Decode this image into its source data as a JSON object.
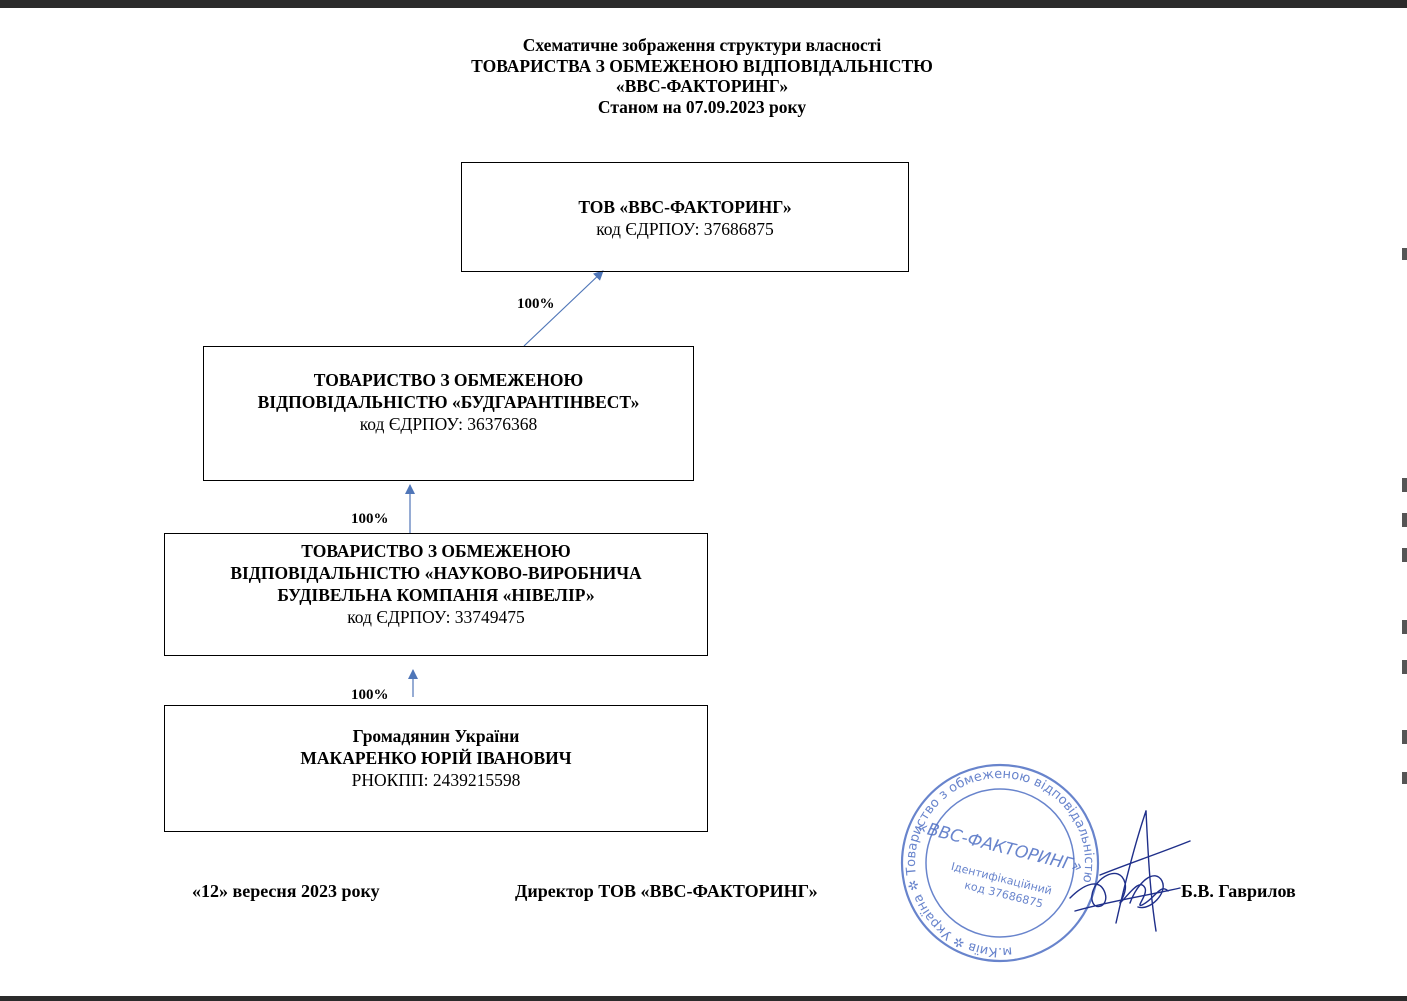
{
  "title": {
    "line1": "Схематичне зображення структури власності",
    "line2": "ТОВАРИСТВА З ОБМЕЖЕНОЮ ВІДПОВІДАЛЬНІСТЮ",
    "line3": "«ВВС-ФАКТОРИНГ»",
    "line4": "Станом на 07.09.2023 року"
  },
  "entities": {
    "vvs": {
      "name": "ТОВ «ВВС-ФАКТОРИНГ»",
      "code": "код ЄДРПОУ: 37686875"
    },
    "budgarant": {
      "name_line1": "ТОВАРИСТВО З ОБМЕЖЕНОЮ",
      "name_line2": "ВІДПОВІДАЛЬНІСТЮ «БУДГАРАНТІНВЕСТ»",
      "code": "код ЄДРПОУ: 36376368"
    },
    "nivelir": {
      "name_line1": "ТОВАРИСТВО З ОБМЕЖЕНОЮ",
      "name_line2": "ВІДПОВІДАЛЬНІСТЮ «НАУКОВО-ВИРОБНИЧА",
      "name_line3": "БУДІВЕЛЬНА КОМПАНІЯ «НІВЕЛІР»",
      "code": "код ЄДРПОУ: 33749475"
    },
    "makarenko": {
      "line1": "Громадянин України",
      "line2": "МАКАРЕНКО ЮРІЙ ІВАНОВИЧ",
      "code": "РНОКПП: 2439215598"
    }
  },
  "ownership": {
    "budgarant_to_vvs": "100%",
    "nivelir_to_budgarant": "100%",
    "makarenko_to_nivelir": "100%"
  },
  "footer": {
    "date": "«12» вересня 2023 року",
    "position": "Директор ТОВ «ВВС-ФАКТОРИНГ»",
    "signatory": "Б.В. Гаврилов"
  },
  "stamp": {
    "outer_text": "м.Київ ✲ Україна ✲ Товариство з обмеженою відповідальністю",
    "center_text": "«ВВС-ФАКТОРИНГ»",
    "id_line1": "Ідентифікаційний",
    "id_line2": "код 37686875"
  },
  "colors": {
    "arrow": "#4f76b8",
    "stamp": "#4e6fc4",
    "signature": "#1f2f8a"
  }
}
